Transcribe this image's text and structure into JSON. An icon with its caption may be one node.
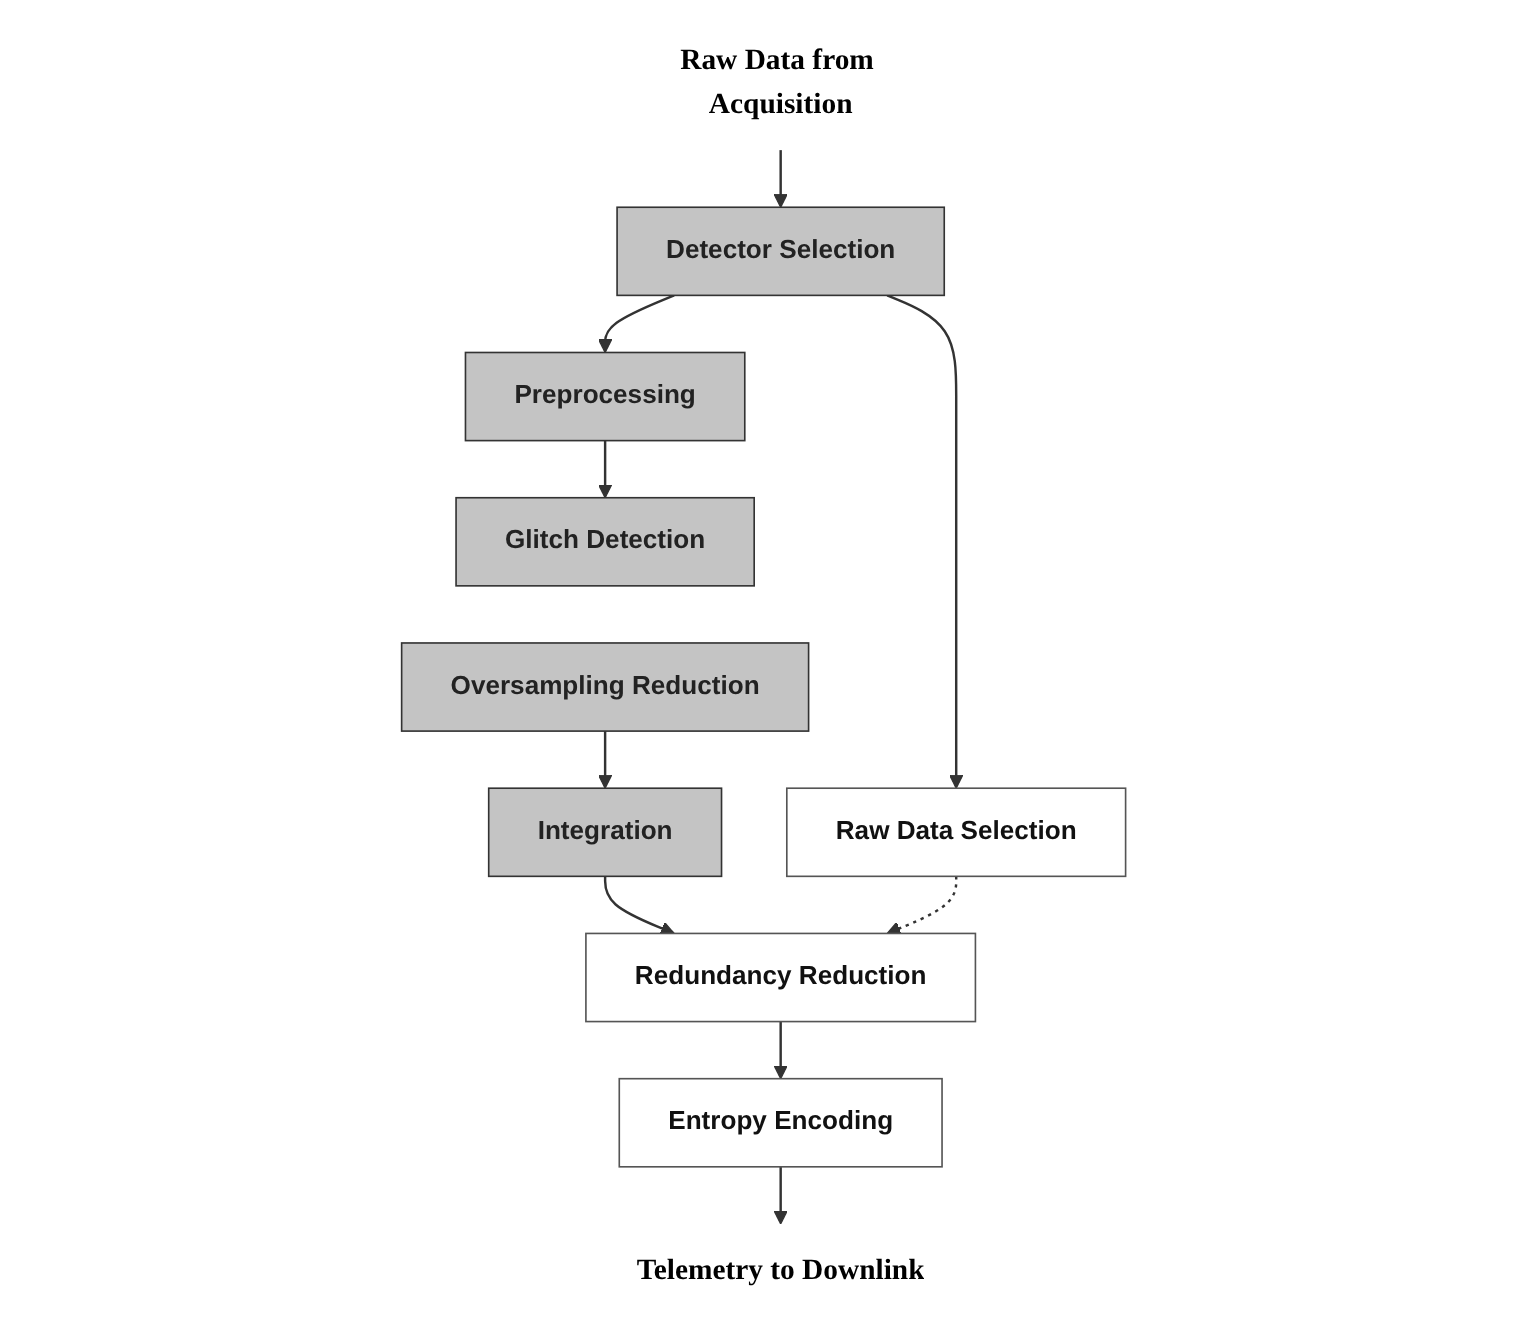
{
  "diagram": {
    "nodes": [
      {
        "text": [
          "Raw Data from Acquisition"
        ]
      },
      {
        "text": [
          "Detector Selection"
        ]
      },
      {
        "text": [
          "Raw Data Selection"
        ]
      },
      {
        "text": [
          "Preprocessing"
        ]
      },
      {
        "text": [
          "Glitch Detection"
        ]
      },
      {
        "text": [
          "Oversampling Reduction"
        ]
      },
      {
        "text": [
          "Integration"
        ]
      },
      {
        "text": [
          "Redundancy Reduction"
        ]
      },
      {
        "text": [
          "Entropy Encoding"
        ]
      },
      {
        "text": [
          "Telemetry to Downlink"
        ]
      }
    ],
    "edges": [
      {
        "from": 0,
        "to": 1,
        "arrow": "to"
      },
      {
        "from": 1,
        "to": 2,
        "arrow": "to"
      },
      {
        "from": 1,
        "to": 3,
        "arrow": "to"
      },
      {
        "from": 3,
        "to": 4,
        "arrow": "to"
      },
      {
        "from": 5,
        "to": 6,
        "arrow": "to"
      },
      {
        "from": 6,
        "to": 7,
        "arrow": "to"
      },
      {
        "from": 2,
        "to": 7,
        "arrow": "to",
        "style": "dashed"
      },
      {
        "from": 7,
        "to": 8,
        "arrow": "to"
      },
      {
        "from": 8,
        "to": 9,
        "arrow": "to"
      }
    ]
  }
}
